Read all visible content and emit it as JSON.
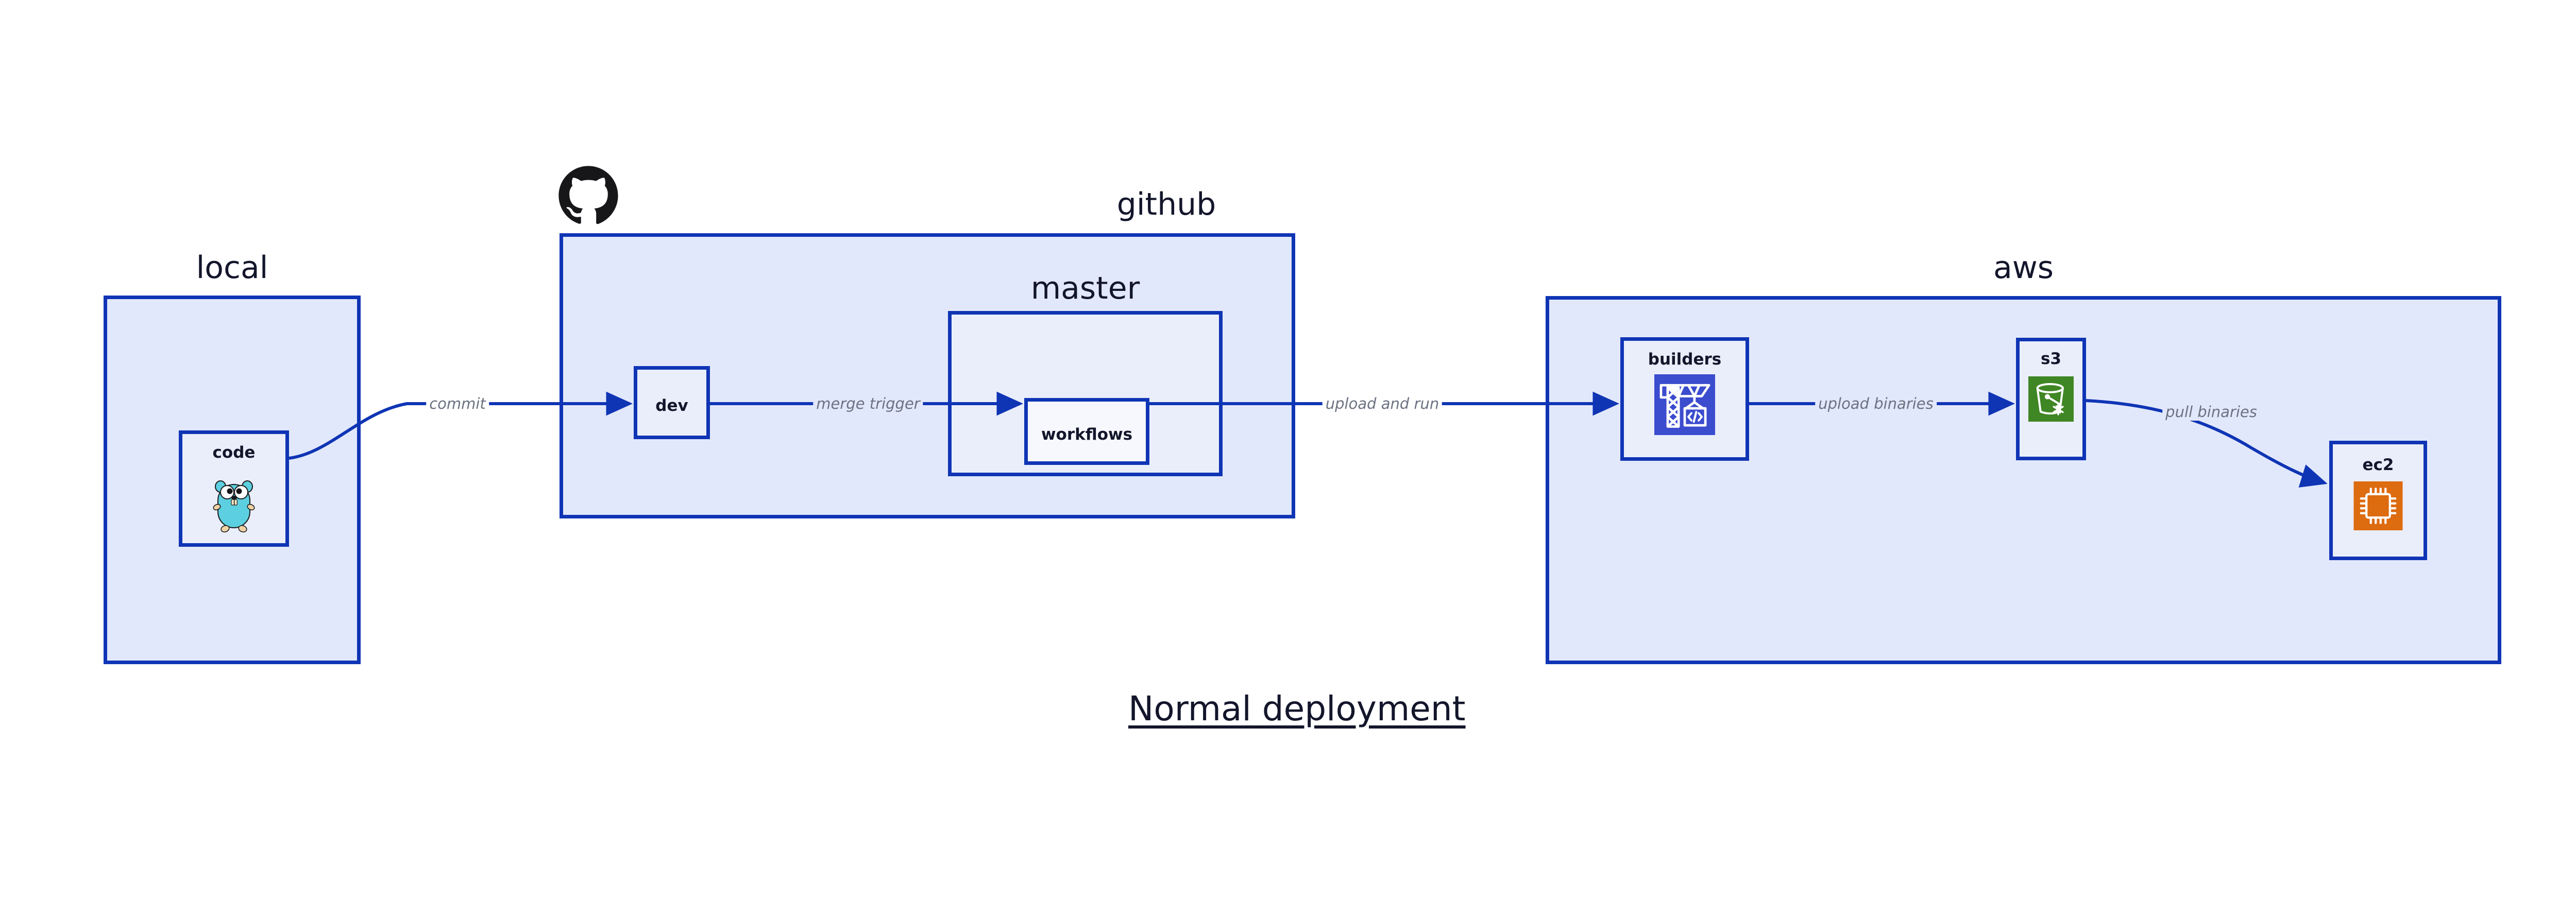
{
  "caption": "Normal deployment",
  "colors": {
    "group_fill": "#e2e8fb",
    "group_border": "#0f35b5",
    "node_fill": "#eaeefb",
    "node_fill_white": "#f7f8fd",
    "edge": "#0f35b5",
    "edge_label": "#6b7280",
    "text": "#13162b",
    "builders_icon_bg": "#3b4cce",
    "s3_icon_bg": "#3f8624",
    "ec2_icon_bg": "#dd6b10",
    "gopher_body": "#5ccfe0",
    "github_logo": "#17171a"
  },
  "groups": [
    {
      "id": "local",
      "title": "local"
    },
    {
      "id": "github",
      "title": "github"
    },
    {
      "id": "master",
      "title": "master"
    },
    {
      "id": "aws",
      "title": "aws"
    }
  ],
  "nodes": [
    {
      "id": "code",
      "label": "code",
      "icon": "go-gopher-icon"
    },
    {
      "id": "dev",
      "label": "dev",
      "icon": "none"
    },
    {
      "id": "workflows",
      "label": "workflows",
      "icon": "none"
    },
    {
      "id": "builders",
      "label": "builders",
      "icon": "aws-codebuild-icon"
    },
    {
      "id": "s3",
      "label": "s3",
      "icon": "aws-s3-bucket-icon"
    },
    {
      "id": "ec2",
      "label": "ec2",
      "icon": "aws-ec2-chip-icon"
    }
  ],
  "edges": [
    {
      "id": "commit",
      "from": "code",
      "to": "dev",
      "label": "commit"
    },
    {
      "id": "merge-trigger",
      "from": "dev",
      "to": "workflows",
      "label": "merge trigger"
    },
    {
      "id": "upload-and-run",
      "from": "workflows",
      "to": "builders",
      "label": "upload and run"
    },
    {
      "id": "upload-binaries",
      "from": "builders",
      "to": "s3",
      "label": "upload binaries"
    },
    {
      "id": "pull-binaries",
      "from": "s3",
      "to": "ec2",
      "label": "pull binaries"
    }
  ],
  "icon_names": {
    "github": "github-octocat-icon",
    "code": "go-gopher-icon",
    "builders": "aws-codebuild-crane-icon",
    "s3": "aws-s3-bucket-icon",
    "ec2": "aws-ec2-chip-icon"
  }
}
